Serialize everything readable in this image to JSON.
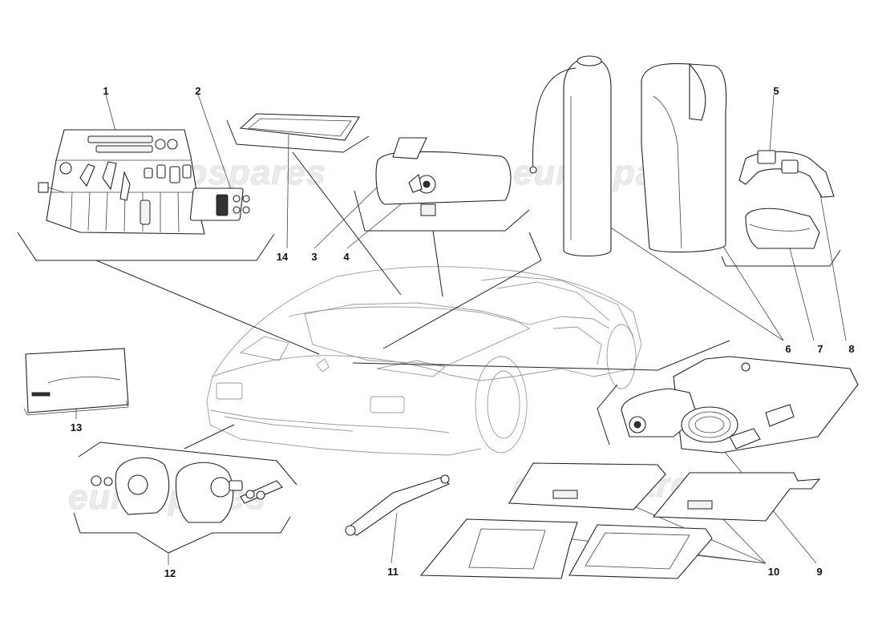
{
  "watermarks": [
    "eurospares",
    "eurospares",
    "eurospares",
    "eurospares"
  ],
  "parts": [
    {
      "ref": "1"
    },
    {
      "ref": "2"
    },
    {
      "ref": "3"
    },
    {
      "ref": "4"
    },
    {
      "ref": "5"
    },
    {
      "ref": "6"
    },
    {
      "ref": "7"
    },
    {
      "ref": "8"
    },
    {
      "ref": "9"
    },
    {
      "ref": "10"
    },
    {
      "ref": "11"
    },
    {
      "ref": "12"
    },
    {
      "ref": "13"
    },
    {
      "ref": "14"
    }
  ],
  "colors": {
    "line": "#222222",
    "car_outline": "#999999",
    "watermark": "#e9ecef"
  }
}
